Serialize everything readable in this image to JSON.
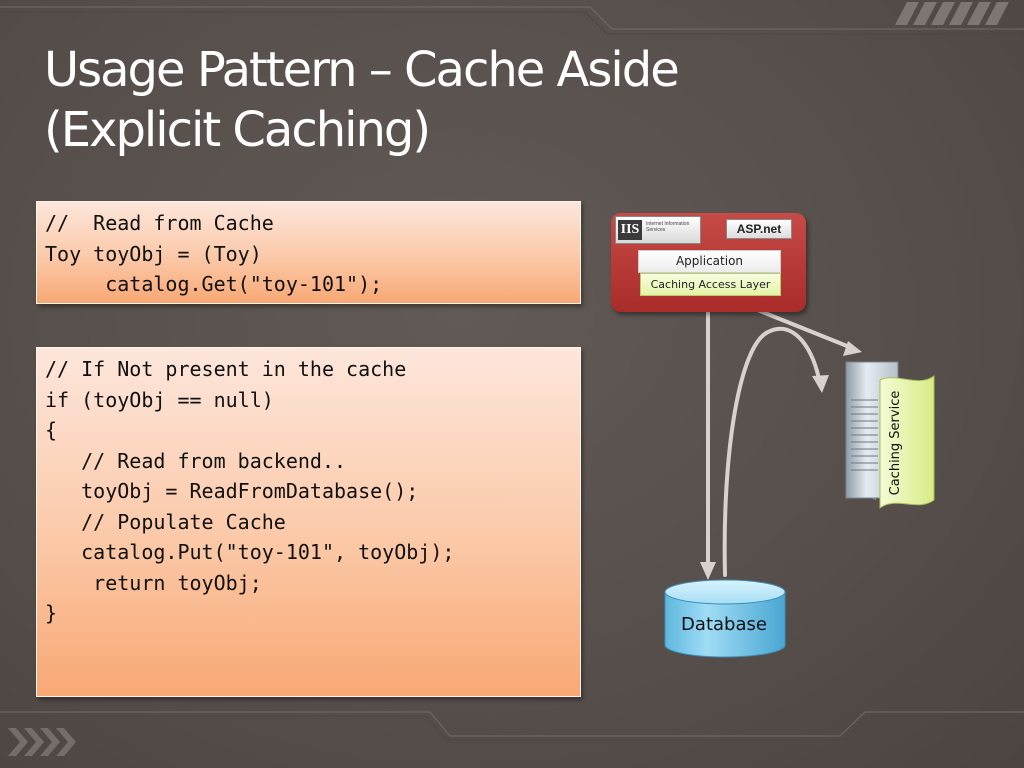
{
  "slide": {
    "title_line1": "Usage Pattern – Cache Aside",
    "title_line2": "(Explicit Caching)"
  },
  "code_blocks": [
    {
      "lines": [
        "//  Read from Cache",
        "Toy toyObj = (Toy)",
        "     catalog.Get(\"toy-101\");"
      ]
    },
    {
      "lines": [
        "// If Not present in the cache",
        "if (toyObj == null)",
        "{",
        "   // Read from backend..",
        "   toyObj = ReadFromDatabase();",
        "",
        "   // Populate Cache",
        "   catalog.Put(\"toy-101\", toyObj);",
        "",
        "    return toyObj;",
        "}"
      ]
    }
  ],
  "diagram": {
    "iis_logo": {
      "mark": "IIS",
      "sub": "Internet Information Services"
    },
    "asp_logo": "ASP.net",
    "application_label": "Application",
    "caching_access_layer_label": "Caching Access Layer",
    "caching_service_label": "Caching Service",
    "database_label": "Database",
    "colors": {
      "app_container": "#b63836",
      "caching_access_layer": "#e9f5b8",
      "caching_service_banner": "#e6f3a0",
      "database": "#8fd4f2",
      "arrow": "#d8d2ce",
      "code_box_top": "#fde6dc",
      "code_box_bottom": "#f8a874"
    }
  }
}
